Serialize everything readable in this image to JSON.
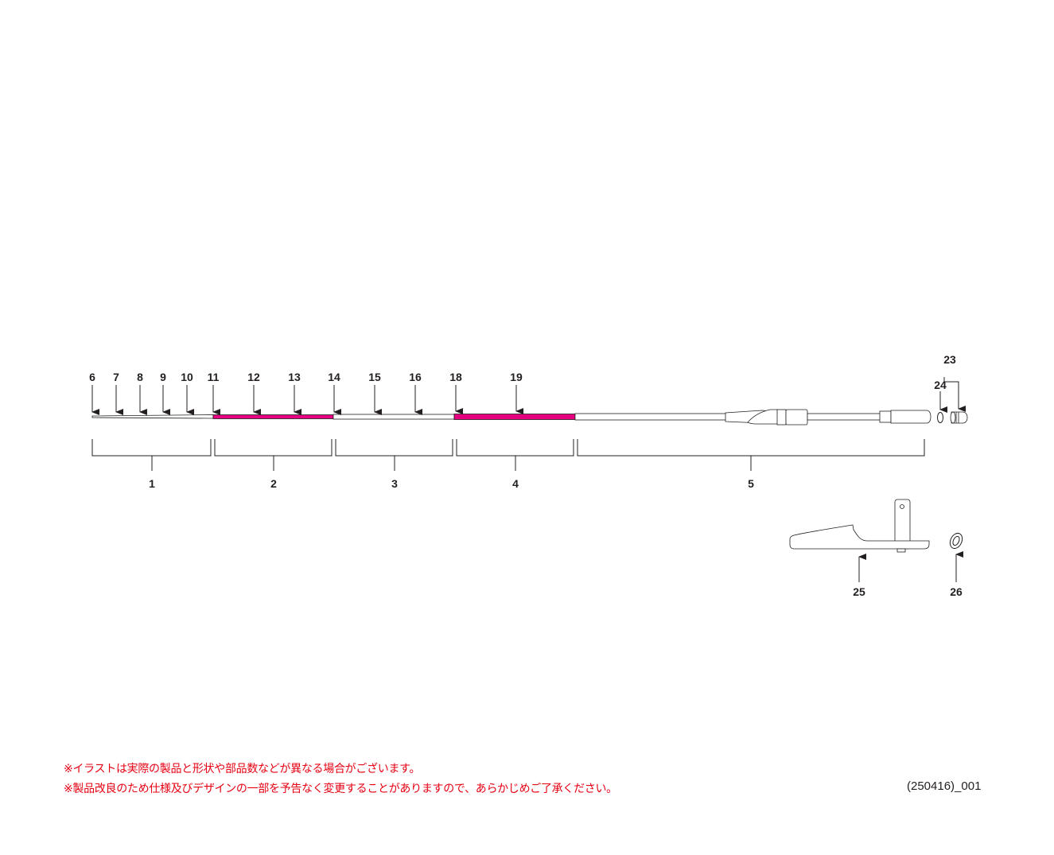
{
  "callouts": [
    {
      "id": "6",
      "label": "6"
    },
    {
      "id": "7",
      "label": "7"
    },
    {
      "id": "8",
      "label": "8"
    },
    {
      "id": "9",
      "label": "9"
    },
    {
      "id": "10",
      "label": "10"
    },
    {
      "id": "11",
      "label": "11"
    },
    {
      "id": "12",
      "label": "12"
    },
    {
      "id": "13",
      "label": "13"
    },
    {
      "id": "14",
      "label": "14"
    },
    {
      "id": "15",
      "label": "15"
    },
    {
      "id": "16",
      "label": "16"
    },
    {
      "id": "18",
      "label": "18"
    },
    {
      "id": "19",
      "label": "19"
    },
    {
      "id": "23",
      "label": "23"
    },
    {
      "id": "24",
      "label": "24"
    },
    {
      "id": "25",
      "label": "25"
    },
    {
      "id": "26",
      "label": "26"
    }
  ],
  "sections": [
    {
      "id": "1",
      "label": "1"
    },
    {
      "id": "2",
      "label": "2"
    },
    {
      "id": "3",
      "label": "3"
    },
    {
      "id": "4",
      "label": "4"
    },
    {
      "id": "5",
      "label": "5"
    }
  ],
  "colors": {
    "accent": "#e4007f",
    "line": "#231f20",
    "note": "#e60012"
  },
  "notes": [
    "※イラストは実際の製品と形状や部品数などが異なる場合がございます。",
    "※製品改良のため仕様及びデザインの一部を予告なく変更することがありますので、あらかじめご了承ください。"
  ],
  "doc_code": "(250416)_001"
}
